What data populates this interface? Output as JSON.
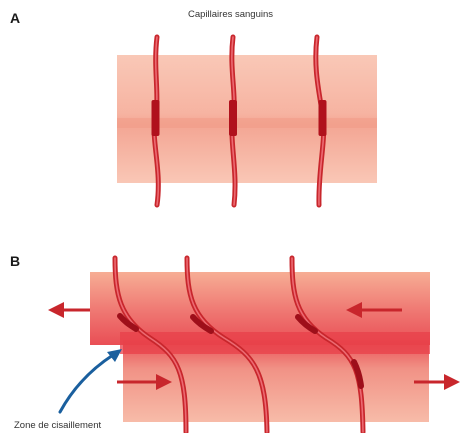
{
  "panels": {
    "a": {
      "letter": "A",
      "caption": "Capillaires sanguins"
    },
    "b": {
      "letter": "B",
      "caption": "Zone de cisaillement"
    }
  },
  "colors": {
    "tissue": "#f7b8a4",
    "tissue_dark": "#ee8f7f",
    "tissue_stressed": "#ec4e55",
    "capillary": "#d8343e",
    "capillary_dark": "#a8121e",
    "arrow_red": "#c8262c",
    "arrow_blue": "#1a5f9e"
  },
  "icons": {
    "force_arrow": "arrow-right",
    "callout_arrow": "curved-arrow"
  }
}
